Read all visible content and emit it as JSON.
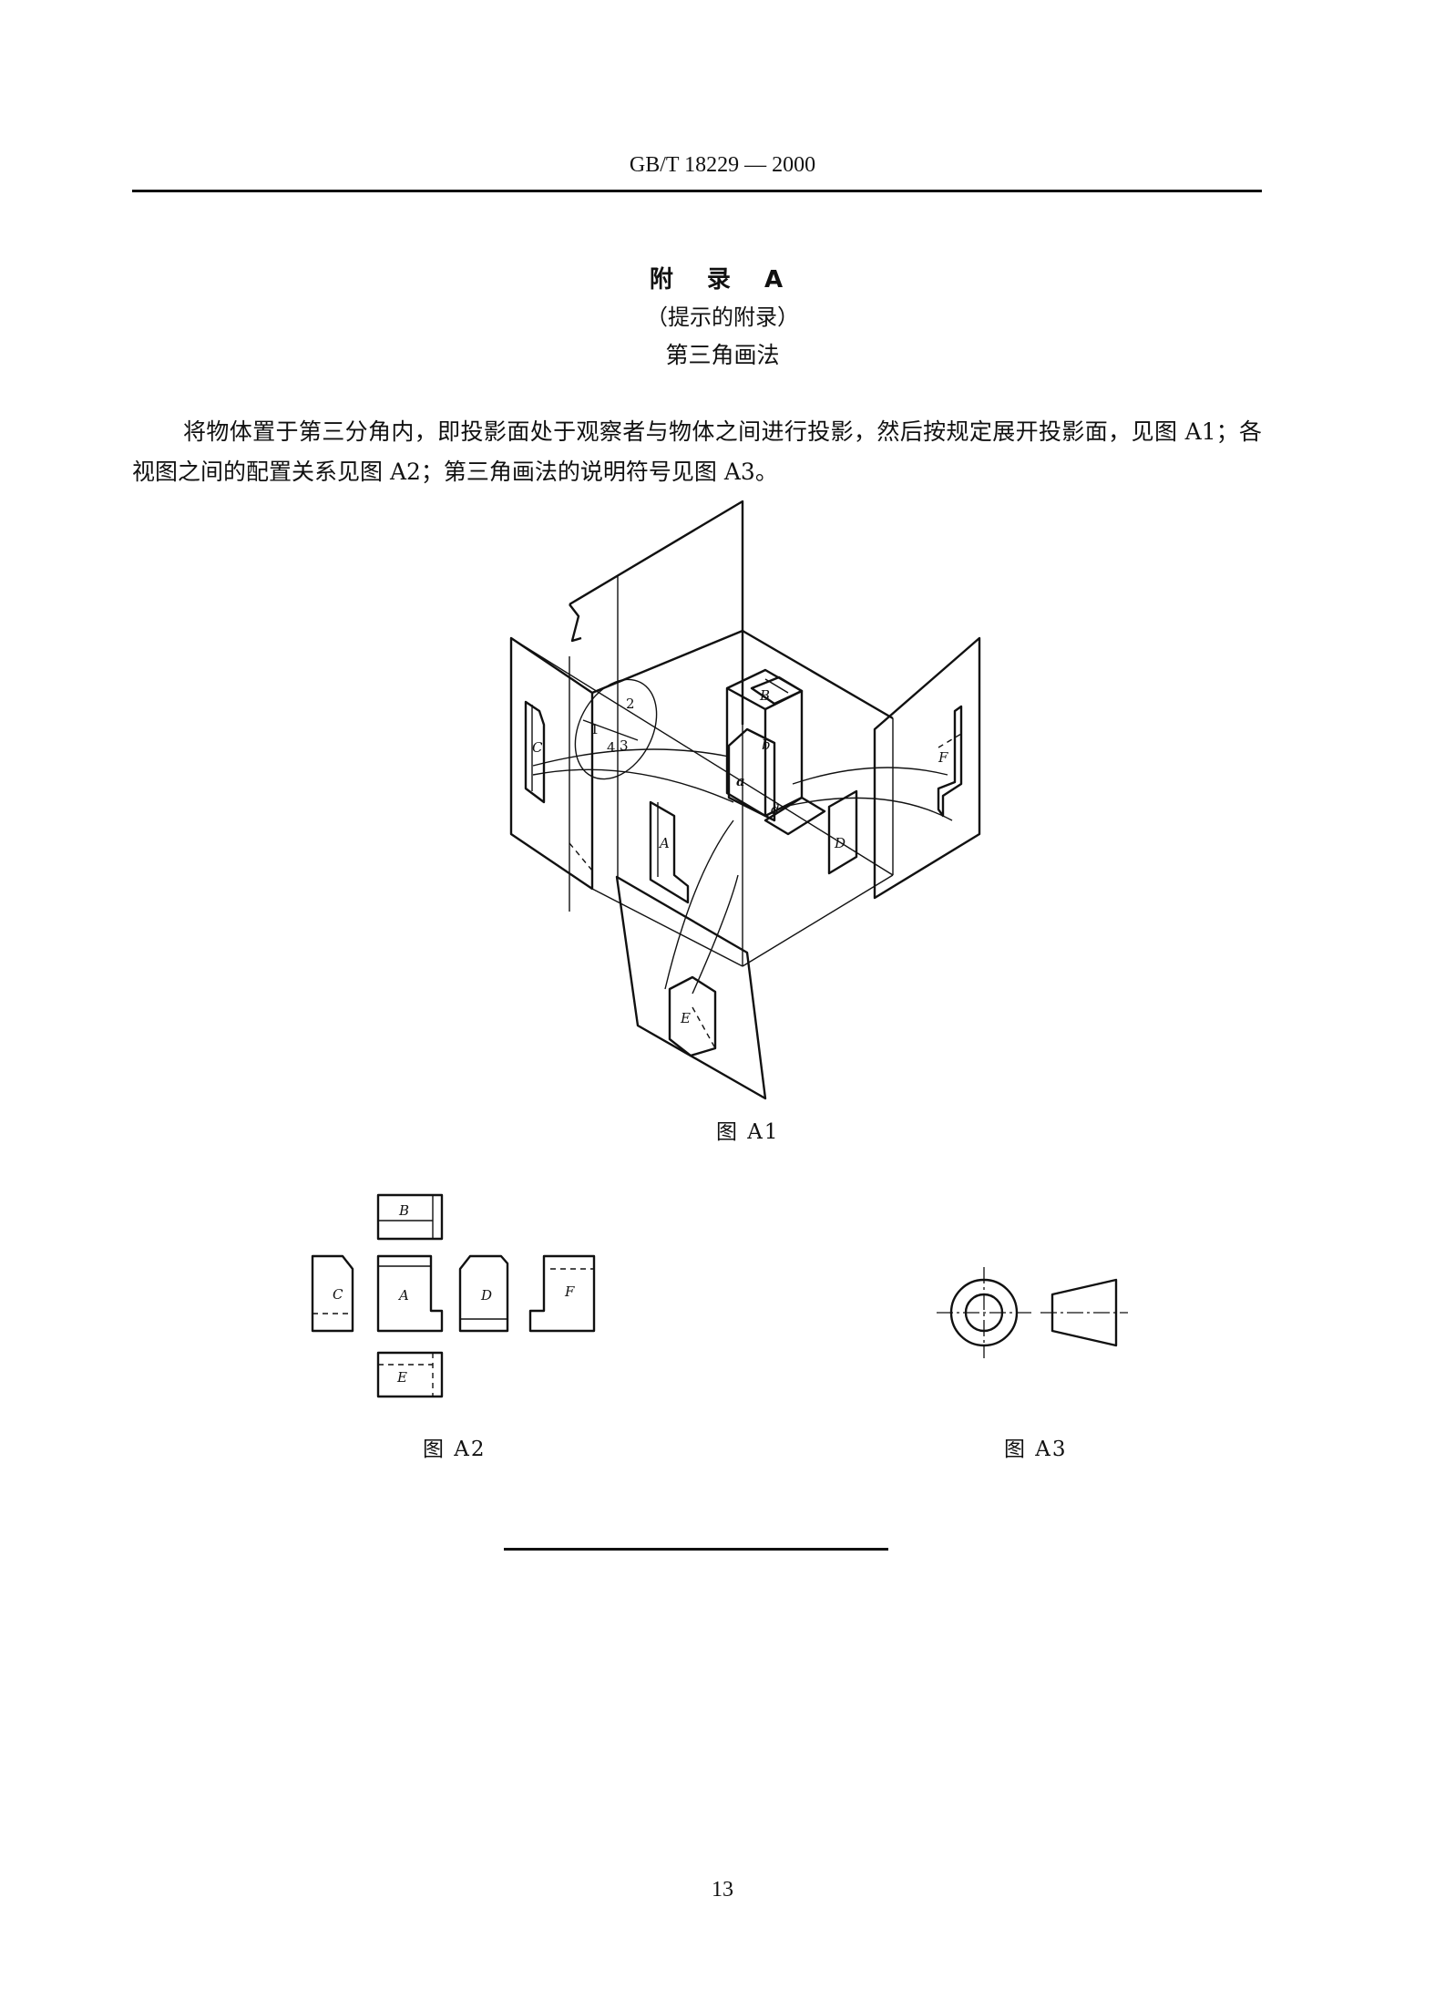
{
  "header": {
    "standard_code": "GB/T 18229 — 2000"
  },
  "appendix": {
    "title": "附 录 A",
    "note": "（提示的附录）",
    "subject": "第三角画法"
  },
  "body": {
    "paragraph": "将物体置于第三分角内，即投影面处于观察者与物体之间进行投影，然后按规定展开投影面，见图 A1；各视图之间的配置关系见图 A2；第三角画法的说明符号见图 A3。"
  },
  "figure_a1": {
    "caption": "图 A1",
    "view_labels": [
      "A",
      "B",
      "C",
      "D",
      "E",
      "F"
    ],
    "face_labels": [
      "a",
      "b",
      "d"
    ],
    "quadrant_numbers": [
      "1",
      "2",
      "3",
      "4"
    ]
  },
  "figure_a2": {
    "caption": "图 A2",
    "view_labels": [
      "A",
      "B",
      "C",
      "D",
      "E",
      "F"
    ]
  },
  "figure_a3": {
    "caption": "图 A3"
  },
  "footer": {
    "page_number": "13"
  }
}
